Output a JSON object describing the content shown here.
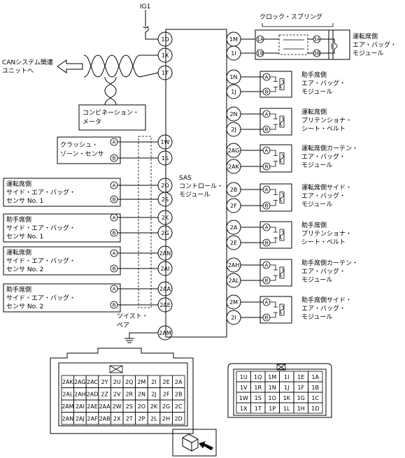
{
  "labels": {
    "ig1": "IG1",
    "clock_spring": "クロック・スプリング",
    "can_unit": [
      "CANシステム関連",
      "ユニットへ"
    ],
    "combination_meter": [
      "コンビネーション・",
      "メータ"
    ],
    "sas_unit": [
      "SAS",
      "コントロール・",
      "モジュール"
    ],
    "twist_pair": [
      "ツイスト・",
      "ペア"
    ]
  },
  "left_boxes": [
    {
      "lines": [
        "クラッシュ・",
        "ゾーン・センサ"
      ]
    },
    {
      "lines": [
        "運転席側",
        "サイド・エア・バッグ・",
        "センサ No. 1"
      ]
    },
    {
      "lines": [
        "助手席側",
        "サイド・エア・バッグ・",
        "センサ No. 1"
      ]
    },
    {
      "lines": [
        "運転席側",
        "サイド・エア・バッグ・",
        "センサ No. 2"
      ]
    },
    {
      "lines": [
        "助手席側",
        "サイド・エア・バッグ・",
        "センサ No. 2"
      ]
    }
  ],
  "left_pins": [
    "1D",
    "1X",
    "1T",
    "1W",
    "1S",
    "2O",
    "2S",
    "2K",
    "2G",
    "2AN",
    "2AI",
    "2AA",
    "2AE",
    "2AM"
  ],
  "right_pins": [
    "1M",
    "1I",
    "1N",
    "1J",
    "2N",
    "2J",
    "2AG",
    "2AK",
    "2B",
    "2F",
    "2A",
    "2E",
    "2AH",
    "2AL",
    "2M",
    "2I"
  ],
  "terminal_a": "A",
  "terminal_b": "B",
  "clock_spring_pins": [
    "1A",
    "1B",
    "3A",
    "3B"
  ],
  "right_modules": [
    {
      "lines": [
        "運転席側",
        "エア・バッグ・",
        "モジュール"
      ]
    },
    {
      "lines": [
        "助手席側",
        "エア・バッグ・",
        "モジュール"
      ]
    },
    {
      "lines": [
        "運転席側",
        "プリテンショナ・",
        "シート・ベルト"
      ]
    },
    {
      "lines": [
        "運転席側カーテン・",
        "エア・バッグ・",
        "モジュール"
      ]
    },
    {
      "lines": [
        "運転席側サイド・",
        "エア・バッグ・",
        "モジュール"
      ]
    },
    {
      "lines": [
        "助手席側",
        "プリテンショナ・",
        "シート・ベルト"
      ]
    },
    {
      "lines": [
        "助手席側カーテン・",
        "エア・バッグ・",
        "モジュール"
      ]
    },
    {
      "lines": [
        "助手席側サイド・",
        "エア・バッグ・",
        "モジュール"
      ]
    }
  ],
  "connector_2": [
    [
      "2AK",
      "2AG",
      "2AC",
      "2Y",
      "2U",
      "2Q",
      "2M",
      "2I",
      "2E",
      "2A"
    ],
    [
      "2AL",
      "2AH",
      "2AD",
      "2Z",
      "2V",
      "2R",
      "2N",
      "2J",
      "2F",
      "2B"
    ],
    [
      "2AM",
      "2AI",
      "2AE",
      "2AA",
      "2W",
      "2S",
      "2O",
      "2K",
      "2G",
      "2C"
    ],
    [
      "2AN",
      "2AJ",
      "2AF",
      "2AB",
      "2X",
      "2T",
      "2P",
      "2L",
      "2H",
      "2D"
    ]
  ],
  "connector_1": [
    [
      "1U",
      "1Q",
      "1M",
      "1I",
      "1E",
      "1A"
    ],
    [
      "1V",
      "1R",
      "1N",
      "1J",
      "1F",
      "1B"
    ],
    [
      "1W",
      "1S",
      "1O",
      "1K",
      "1G",
      "1C"
    ],
    [
      "1X",
      "1T",
      "1P",
      "1L",
      "1H",
      "1D"
    ]
  ]
}
